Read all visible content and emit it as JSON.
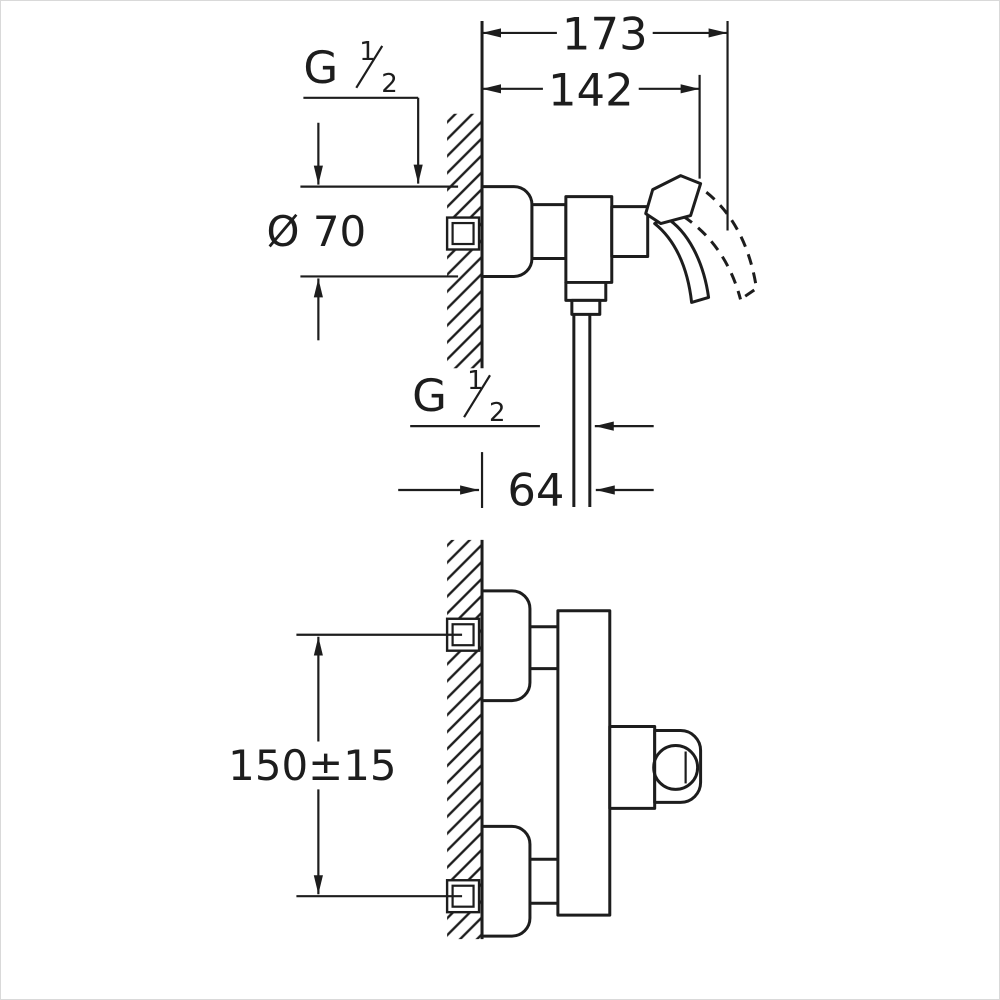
{
  "drawing": {
    "background": "#ffffff",
    "line_color": "#1d1d1d",
    "side_view": {
      "dim_overall_depth": "173",
      "dim_body_depth": "142",
      "dim_escutcheon_diameter": "Ø 70",
      "dim_hose_offset": "64",
      "thread_inlet": {
        "prefix": "G",
        "numerator": "1",
        "denominator": "2"
      },
      "thread_hose": {
        "prefix": "G",
        "numerator": "1",
        "denominator": "2"
      }
    },
    "front_view": {
      "dim_inlet_spacing": "150±15"
    }
  }
}
